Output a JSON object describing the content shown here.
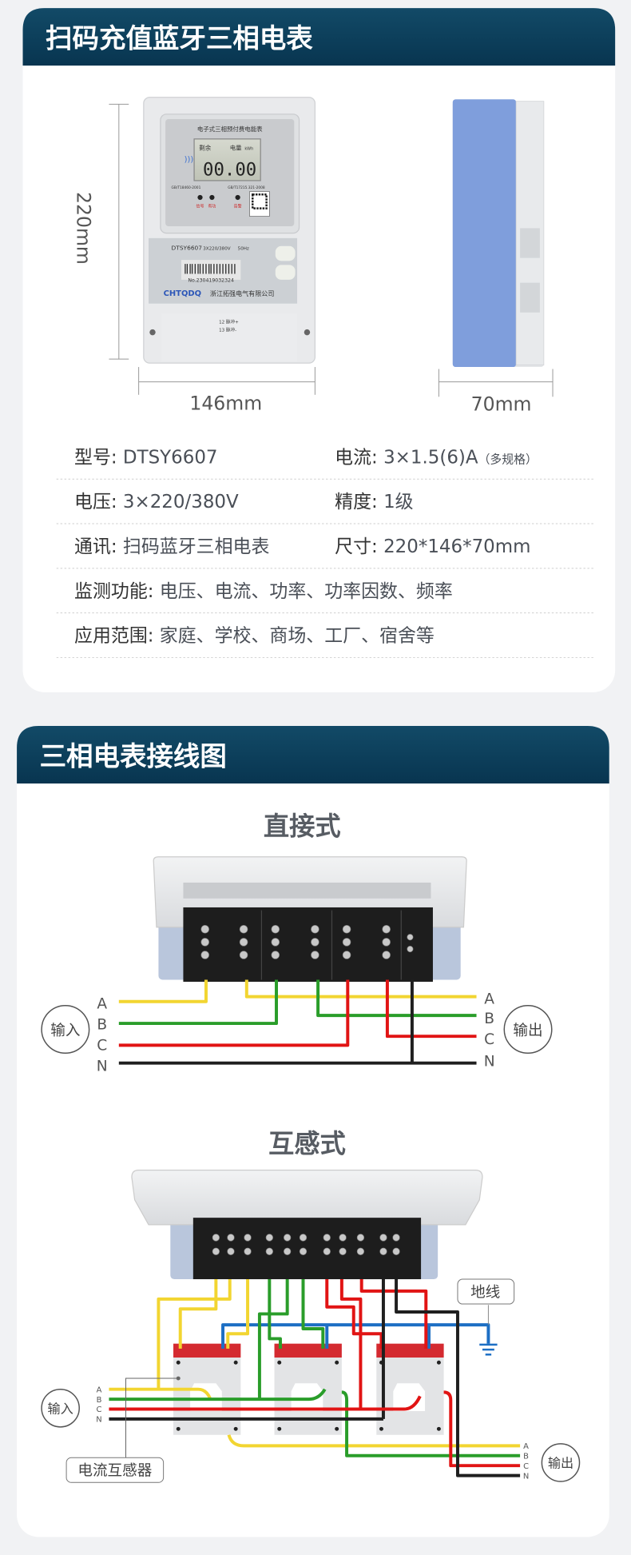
{
  "section1": {
    "title": "扫码充值蓝牙三相电表",
    "dimensions": {
      "height": "220mm",
      "width": "146mm",
      "depth": "70mm"
    },
    "meter_face": {
      "name": "电子式三相预付费电能表",
      "lcd_left": "剩余",
      "lcd_mid": "电量",
      "lcd_unit": "kWh",
      "lcd_value": "00.00",
      "standard1": "GB/T18460-2001",
      "standard2": "GB/T17215.321-2008",
      "led1": "信号",
      "led2": "有功",
      "led3": "告警",
      "model": "DTSY6607",
      "voltage": "3X220/380V",
      "freq": "50Hz",
      "serial": "No.230419032324",
      "brand": "CHTQDQ",
      "company": "浙江拓强电气有限公司",
      "pulse1": "12 脉冲+",
      "pulse2": "13 脉冲-"
    },
    "specs": [
      {
        "label": "型号:",
        "value": "DTSY6607"
      },
      {
        "label": "电流:",
        "value": "3×1.5(6)A",
        "note": "（多规格）"
      },
      {
        "label": "电压:",
        "value": "3×220/380V"
      },
      {
        "label": "精度:",
        "value": "1级"
      },
      {
        "label": "通讯:",
        "value": "扫码蓝牙三相电表"
      },
      {
        "label": "尺寸:",
        "value": "220*146*70mm"
      },
      {
        "label": "监测功能:",
        "value": "电压、电流、功率、功率因数、频率"
      },
      {
        "label": "应用范围:",
        "value": "家庭、学校、商场、工厂、宿舍等"
      }
    ]
  },
  "section2": {
    "title": "三相电表接线图",
    "direct": {
      "title": "直接式",
      "input": "输入",
      "output": "输出",
      "phases": [
        "A",
        "B",
        "C",
        "N"
      ]
    },
    "ct": {
      "title": "互感式",
      "input": "输入",
      "output": "输出",
      "ground": "地线",
      "ct_label": "电流互感器",
      "phases": [
        "A",
        "B",
        "C",
        "N"
      ]
    }
  },
  "colors": {
    "header": "#0b3d58",
    "yellow": "#f2d531",
    "green": "#2a9d2a",
    "red": "#e11414",
    "black": "#1f1f1f",
    "blue": "#1d6fc4",
    "meter_blue": "#7f9edc"
  }
}
